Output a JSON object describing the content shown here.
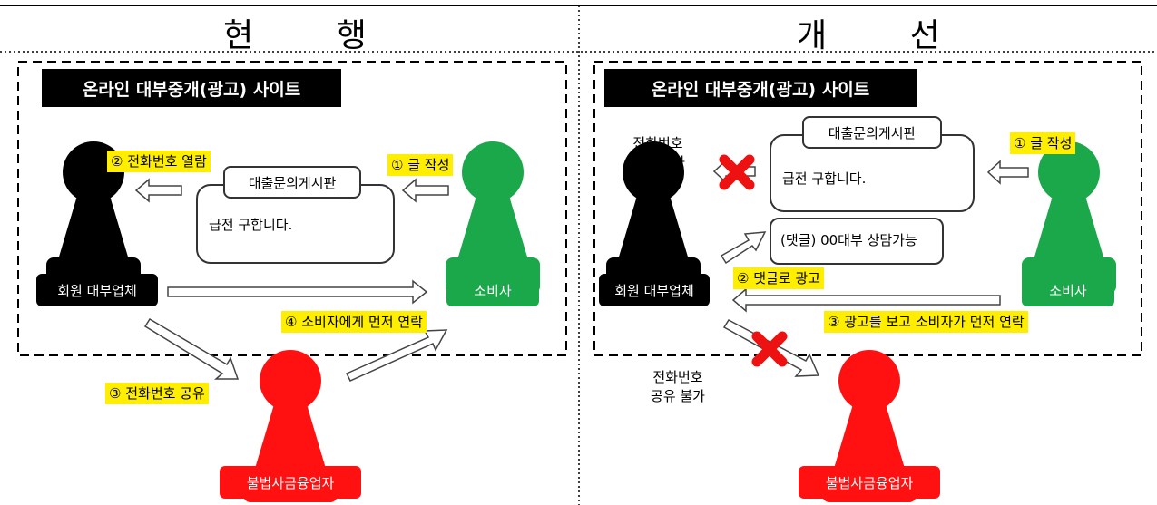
{
  "header": {
    "left": "현        행",
    "right": "개        선"
  },
  "left": {
    "site_title": "온라인 대부중개(광고) 사이트",
    "board_title": "대출문의게시판",
    "board_post": "급전 구합니다.",
    "step1": "① 글 작성",
    "step2": "② 전화번호 열람",
    "step3": "③ 전화번호 공유",
    "step4": "④ 소비자에게 먼저 연락",
    "member": "회원 대부업체",
    "consumer": "소비자",
    "illegal": "불법사금융업자"
  },
  "right": {
    "site_title": "온라인 대부중개(광고) 사이트",
    "board_title": "대출문의게시판",
    "board_post": "급전 구합니다.",
    "reply": "(댓글) 00대부 상담가능",
    "step1": "① 글 작성",
    "step2": "② 댓글로 광고",
    "step3": "③ 광고를 보고 소비자가 먼저 연락",
    "blocked_view_line1": "전화번호",
    "blocked_view_line2": "열람 불가",
    "blocked_share_line1": "전화번호",
    "blocked_share_line2": "공유 불가",
    "member": "회원 대부업체",
    "consumer": "소비자",
    "illegal": "불법사금융업자"
  },
  "colors": {
    "member": "#000000",
    "consumer": "#1aa84a",
    "illegal": "#ff1111",
    "highlight": "#ffee00",
    "cross": "#ee1111"
  },
  "icons": [
    "person-icon",
    "arrow-icon",
    "cross-icon"
  ]
}
